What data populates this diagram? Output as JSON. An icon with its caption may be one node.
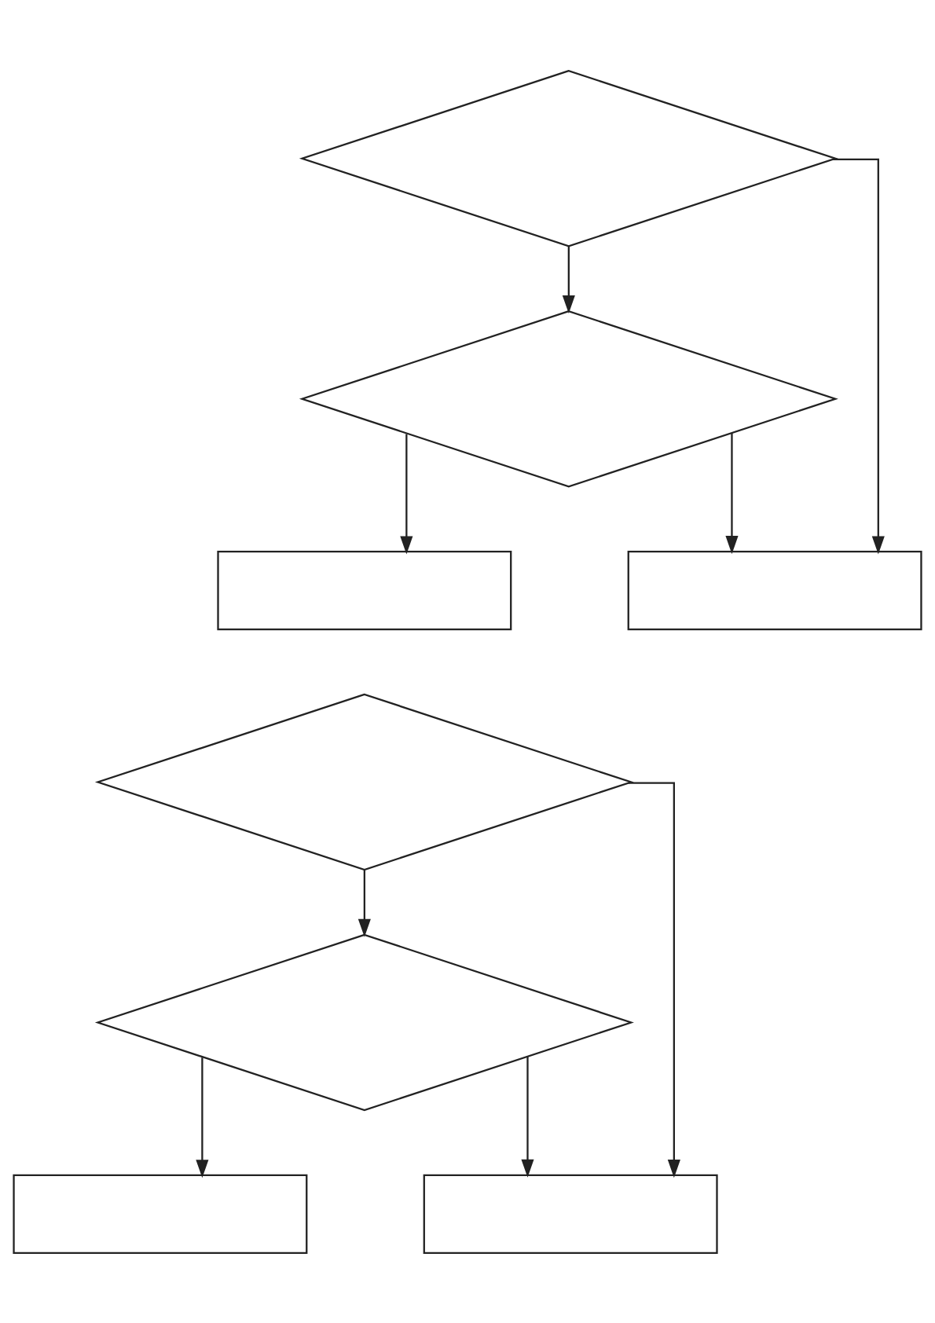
{
  "diagram": {
    "nodes": [
      {
        "text": [],
        "shape": "diamond"
      },
      {
        "text": [],
        "shape": "diamond"
      },
      {
        "text": [],
        "shape": "box"
      },
      {
        "text": [],
        "shape": "box"
      },
      {
        "text": [],
        "shape": "diamond"
      },
      {
        "text": [],
        "shape": "diamond"
      },
      {
        "text": [],
        "shape": "box"
      },
      {
        "text": [],
        "shape": "box"
      }
    ],
    "edges": [
      {
        "from": 0,
        "to": 1,
        "arrow": "to"
      },
      {
        "from": 1,
        "to": 2,
        "arrow": "to"
      },
      {
        "from": 0,
        "to": 3,
        "arrow": "to"
      },
      {
        "from": 1,
        "to": 3,
        "arrow": "to"
      },
      {
        "from": 4,
        "to": 5,
        "arrow": "to"
      },
      {
        "from": 5,
        "to": 6,
        "arrow": "to"
      },
      {
        "from": 4,
        "to": 7,
        "arrow": "to"
      },
      {
        "from": 5,
        "to": 7,
        "arrow": "to"
      }
    ]
  }
}
